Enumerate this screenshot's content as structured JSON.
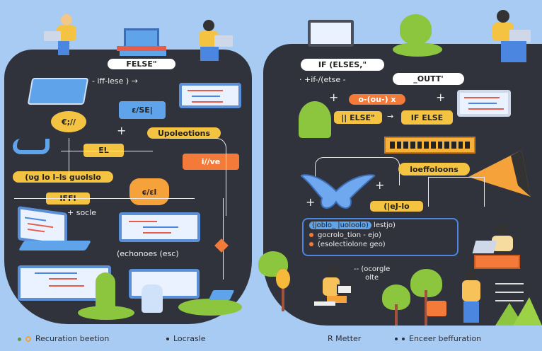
{
  "left_panel": {
    "title_pill": "FELSE\"",
    "flow_caption": "- iff-lese ) →",
    "blue_box": "ɛ/SE|",
    "circle_badge": "€;//",
    "upoleotions": "Upoleotions",
    "el_box": "EL",
    "orange_box": "i//ve",
    "long_pill": "(ʋg lo l–ls guolslo",
    "iffi_box": "IFFI",
    "badge": "ɕ/ɛl",
    "socle": "+ socle",
    "echonoes": "(echonoes  (esc)"
  },
  "right_panel": {
    "title_pill": "IF (ELSES,\"",
    "flow_caption": "· +if-/(etse -",
    "out_pill": "_OUTT'",
    "orange_pill": "o-(ou-) x",
    "else_left": "|| ELSE\"",
    "else_right": "IF ELSE",
    "loeffoloons": "loeffoloons",
    "lej_box": "(|eJ-lo",
    "code_box": {
      "header": "(joblo_ |uoloolo)",
      "header_suffix": "lestjo)",
      "items": [
        "gocrolo_tion - ejo)",
        "(esolectiolone geo)"
      ]
    },
    "ocorgle": "-- (ocorgle\nolte"
  },
  "footer": {
    "left_1": "Recuration beetion",
    "left_2": "Locrasle",
    "right_1": "R Metter",
    "right_2": "Enceer beffuration"
  },
  "colors": {
    "background": "#a8cbf3",
    "panel": "#30333c",
    "yellow": "#f5c342",
    "orange": "#f47a3a",
    "blue": "#5fa3ea",
    "green": "#8cc63f"
  }
}
